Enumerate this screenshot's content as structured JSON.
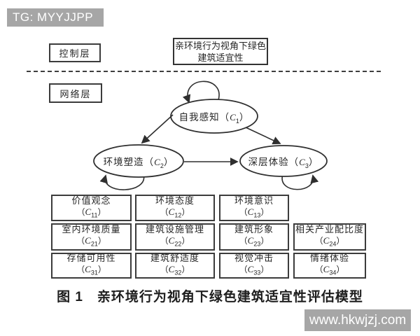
{
  "watermarks": {
    "top": "TG: MYYJJPP",
    "bottom": "www.hkwjzj.com"
  },
  "layer_labels": {
    "control": "控制层",
    "network": "网络层"
  },
  "goal_box": {
    "line1": "亲环境行为视角下绿色",
    "line2": "建筑适宜性"
  },
  "math": {
    "open": "（",
    "var": "C",
    "close": "）"
  },
  "nodes": {
    "c1": {
      "label": "自我感知",
      "sub": "1"
    },
    "c2": {
      "label": "环境塑造",
      "sub": "2"
    },
    "c3": {
      "label": "深层体验",
      "sub": "3"
    }
  },
  "edges": [
    "C1→C2",
    "C1→C3",
    "C2→C3",
    "C1→C1",
    "C2→C2",
    "C3→C3"
  ],
  "grid": {
    "c11": {
      "label": "价值观念",
      "sub": "11"
    },
    "c12": {
      "label": "环境态度",
      "sub": "12"
    },
    "c13": {
      "label": "环境意识",
      "sub": "13"
    },
    "c21": {
      "label": "室内环境质量",
      "sub": "21"
    },
    "c22": {
      "label": "建筑设施管理",
      "sub": "22"
    },
    "c23": {
      "label": "建筑形象",
      "sub": "23"
    },
    "c24": {
      "label": "相关产业配比度",
      "sub": "24"
    },
    "c31": {
      "label": "存储可用性",
      "sub": "31"
    },
    "c32": {
      "label": "建筑舒适度",
      "sub": "32"
    },
    "c33": {
      "label": "视觉冲击",
      "sub": "33"
    },
    "c34": {
      "label": "情绪体验",
      "sub": "34"
    }
  },
  "caption": "图 1　亲环境行为视角下绿色建筑适宜性评估模型",
  "colors": {
    "banner_gray": "#a6a6a6",
    "line": "#2f2f2f"
  }
}
